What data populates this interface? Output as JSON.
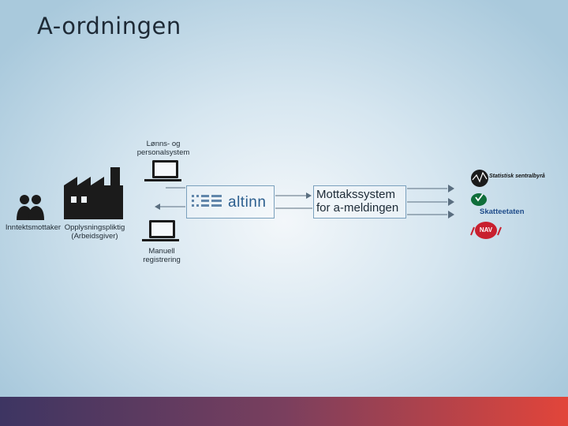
{
  "title": "A-ordningen",
  "nodes": {
    "lonns_label_1": "Lønns- og",
    "lonns_label_2": "personalsystem",
    "manuell_label_1": "Manuell",
    "manuell_label_2": "registrering",
    "inntekt_label": "Inntektsmottaker",
    "oppl_label_1": "Opplysningspliktig",
    "oppl_label_2": "(Arbeidsgiver)",
    "altinn": "altinn",
    "mottak_line_1": "Mottakssystem",
    "mottak_line_2": "for a-meldingen",
    "ssb": "Statistisk sentralbyrå",
    "skatt": "Skatteetaten",
    "nav": "NAV"
  },
  "colors": {
    "footer_start": "#3d3562",
    "footer_end": "#e2453a",
    "altinn_blue": "#2b5e8e",
    "box_border": "#7aa0bd",
    "nav_red": "#c8202f",
    "skatt_green": "#0f6e3a"
  }
}
